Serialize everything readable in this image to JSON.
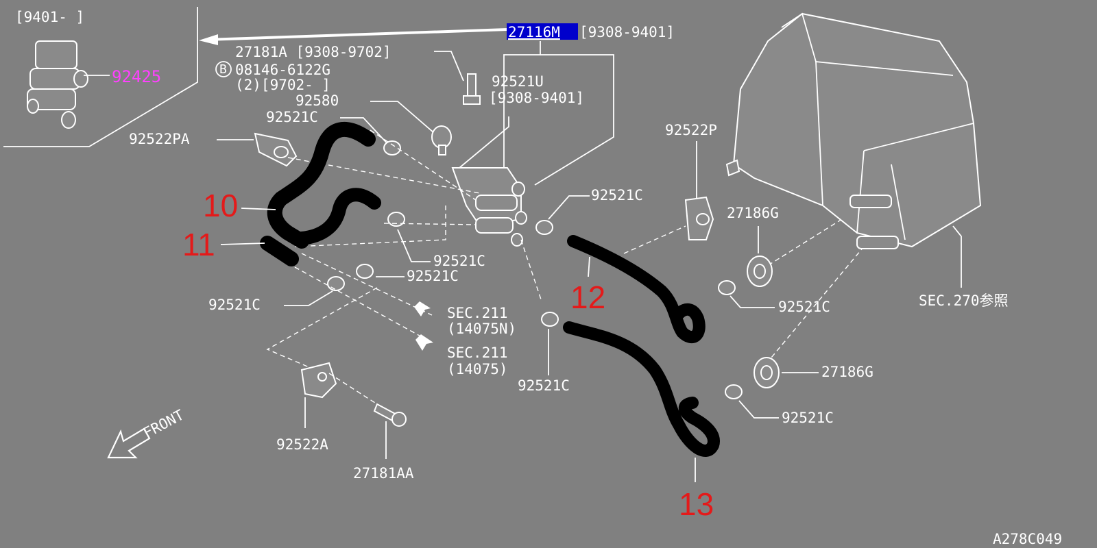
{
  "diagram": {
    "insert_label": "[9401-     ]",
    "insert_part": "92425",
    "highlight_part": "27116M",
    "labels": {
      "l_27116M_range": "[9308-9401]",
      "l_27181A": "27181A [9308-9702]",
      "l_08146_a": "08146-6122G",
      "l_08146_b": "(2)[9702-    ]",
      "l_92521U_a": "92521U",
      "l_92521U_b": "[9308-9401]",
      "l_92580": "92580",
      "l_92521C_top": "92521C",
      "l_92522PA": "92522PA",
      "l_92522P": "92522P",
      "l_92521C_right": "92521C",
      "l_27186G_top": "27186G",
      "l_92521C_mid": "92521C",
      "l_92521C_mid2": "92521C",
      "l_92521C_left": "92521C",
      "l_sec211_a1": "SEC.211",
      "l_sec211_a2": "(14075N)",
      "l_sec211_b1": "SEC.211",
      "l_sec211_b2": "(14075)",
      "l_92521C_low": "92521C",
      "l_92521C_rmid": "92521C",
      "l_sec270": "SEC.270参照",
      "l_27186G_bot": "27186G",
      "l_92521C_rbot": "92521C",
      "l_92522A": "92522A",
      "l_27181AA": "27181AA",
      "l_front": "FRONT",
      "l_bolt_b": "B",
      "l_code": "A278C049"
    },
    "callouts": {
      "c10": "10",
      "c11": "11",
      "c12": "12",
      "c13": "13"
    },
    "colors": {
      "background": "#808080",
      "line": "#ffffff",
      "callout": "#e41a1a",
      "highlight": "#0000cc",
      "insert_part": "#ff40ff",
      "hose": "#000000"
    }
  }
}
